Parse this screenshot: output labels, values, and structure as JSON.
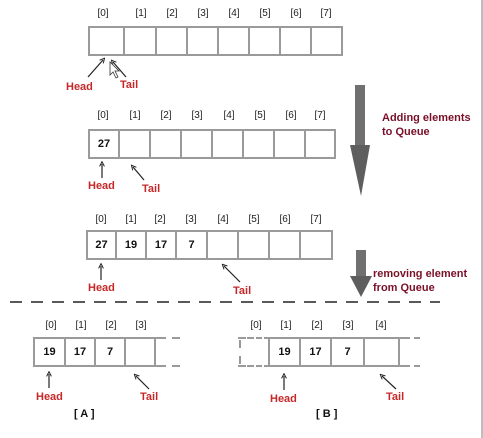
{
  "queues": [
    {
      "indices": [
        "[0]",
        "[1]",
        "[2]",
        "[3]",
        "[4]",
        "[5]",
        "[6]",
        "[7]"
      ],
      "values": [
        "",
        "",
        "",
        "",
        "",
        "",
        "",
        ""
      ],
      "head_label": "Head",
      "tail_label": "Tail"
    },
    {
      "indices": [
        "[0]",
        "[1]",
        "[2]",
        "[3]",
        "[4]",
        "[5]",
        "[6]",
        "[7]"
      ],
      "values": [
        "27",
        "",
        "",
        "",
        "",
        "",
        "",
        ""
      ],
      "head_label": "Head",
      "tail_label": "Tail"
    },
    {
      "indices": [
        "[0]",
        "[1]",
        "[2]",
        "[3]",
        "[4]",
        "[5]",
        "[6]",
        "[7]"
      ],
      "values": [
        "27",
        "19",
        "17",
        "7",
        "",
        "",
        "",
        ""
      ],
      "head_label": "Head",
      "tail_label": "Tail"
    },
    {
      "indices": [
        "[0]",
        "[1]",
        "[2]",
        "[3]"
      ],
      "values": [
        "19",
        "17",
        "7",
        ""
      ],
      "head_label": "Head",
      "tail_label": "Tail",
      "caption": "[ A ]"
    },
    {
      "indices": [
        "[0]",
        "[1]",
        "[2]",
        "[3]",
        "[4]"
      ],
      "values": [
        "",
        "19",
        "17",
        "7",
        ""
      ],
      "head_label": "Head",
      "tail_label": "Tail",
      "caption": "[ B ]"
    }
  ],
  "notes": {
    "adding": "Adding elements to Queue",
    "removing": "removing element from Queue"
  },
  "colors": {
    "cell_border": "#9a9a9a",
    "label_red": "#c62828",
    "note_maroon": "#7a1028",
    "arrow_gray": "#6b6b6b"
  }
}
